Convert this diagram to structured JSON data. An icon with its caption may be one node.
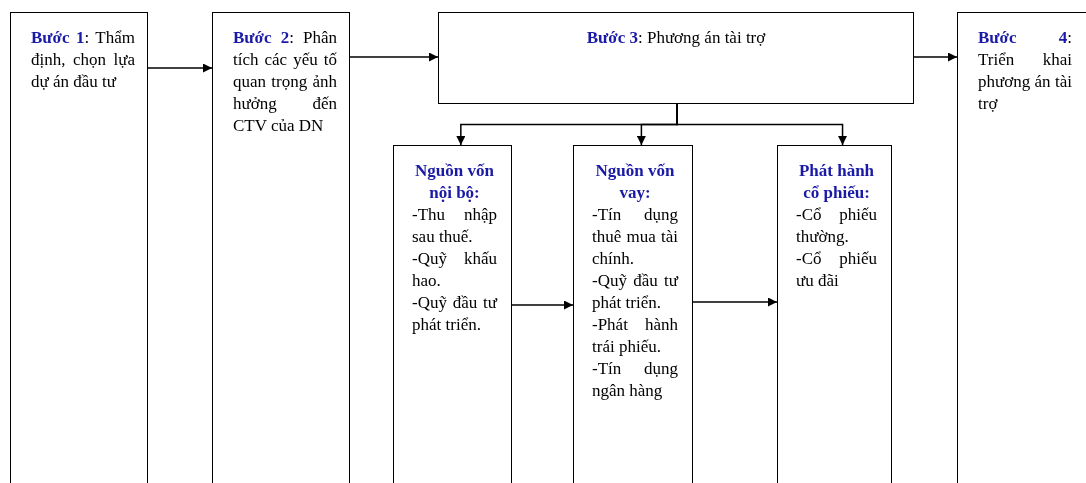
{
  "diagram": {
    "nodes": [
      {
        "text": [
          "**Bước 1**: Thẩm định, chọn lựa dự án đầu tư"
        ]
      },
      {
        "text": [
          "**Bước 2**: Phân tích các yếu tố quan trọng ảnh hưởng đến CTV của DN"
        ]
      },
      {
        "text": [
          "**Bước 3**: Phương án tài trợ"
        ]
      },
      {
        "text": [
          "**Bước 4**: Triển khai phương án tài trợ"
        ]
      },
      {
        "text": [
          "Nguồn vốn nội bộ:",
          "-Thu nhập sau thuế.",
          "-Quỹ khấu hao.",
          "-Quỹ đầu tư phát triển."
        ]
      },
      {
        "text": [
          "Nguồn vốn vay:",
          "-Tín dụng thuê mua tài chính.",
          "-Quỹ đầu tư phát triển.",
          "-Phát hành trái phiếu.",
          "-Tín dụng ngân hàng"
        ]
      },
      {
        "text": [
          "Phát hành cổ phiếu:",
          "-Cổ phiếu thường.",
          "-Cổ phiếu ưu đãi"
        ]
      }
    ],
    "edges": [
      {
        "from": 0,
        "to": 1,
        "arrow": "to"
      },
      {
        "from": 1,
        "to": 2,
        "arrow": "to"
      },
      {
        "from": 2,
        "to": 3,
        "arrow": "to"
      },
      {
        "from": 2,
        "to": 4,
        "arrow": "to"
      },
      {
        "from": 2,
        "to": 5,
        "arrow": "to"
      },
      {
        "from": 2,
        "to": 6,
        "arrow": "to"
      },
      {
        "from": 4,
        "to": 5,
        "arrow": "to"
      },
      {
        "from": 5,
        "to": 6,
        "arrow": "to"
      }
    ]
  }
}
